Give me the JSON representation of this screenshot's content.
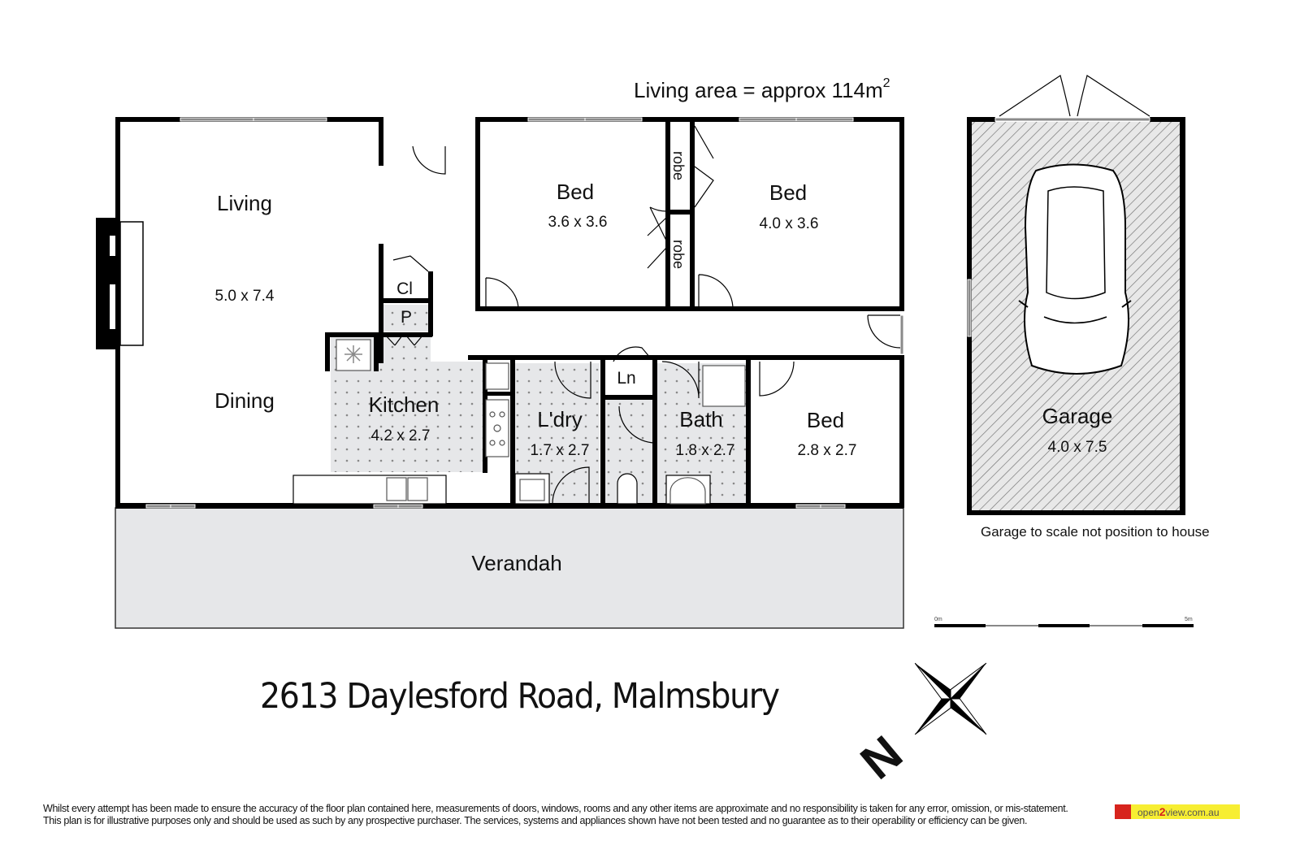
{
  "header": {
    "living_area_label": "Living area = approx 114m",
    "living_area_sup": "2"
  },
  "rooms": {
    "living": {
      "name": "Living",
      "dims": "5.0 x 7.4"
    },
    "dining": {
      "name": "Dining"
    },
    "kitchen": {
      "name": "Kitchen",
      "dims": "4.2 x 2.7"
    },
    "bed1": {
      "name": "Bed",
      "dims": "3.6 x 3.6"
    },
    "bed2": {
      "name": "Bed",
      "dims": "4.0 x 3.6"
    },
    "bed3": {
      "name": "Bed",
      "dims": "2.8 x 2.7"
    },
    "laundry": {
      "name": "L'dry",
      "dims": "1.7 x 2.7"
    },
    "bath": {
      "name": "Bath",
      "dims": "1.8 x 2.7"
    },
    "linen": {
      "name": "Ln"
    },
    "cloak": {
      "name": "Cl"
    },
    "pantry": {
      "name": "P"
    },
    "robe1": {
      "name": "robe"
    },
    "robe2": {
      "name": "robe"
    },
    "verandah": {
      "name": "Verandah"
    },
    "garage": {
      "name": "Garage",
      "dims": "4.0 x 7.5"
    }
  },
  "garage_note": "Garage to scale not position to house",
  "scale_bar": {
    "start": "0m",
    "end": "5m"
  },
  "address": "2613 Daylesford Road, Malmsbury",
  "compass": {
    "label": "N"
  },
  "disclaimer": {
    "line1": "Whilst every attempt has been made to ensure the accuracy of the floor plan contained here, measurements of doors, windows, rooms and any other items are approximate and no responsibility is taken for any error, omission, or mis-statement.",
    "line2": "This plan is for illustrative purposes only and should be used as such by any prospective purchaser. The services, systems and appliances shown have not been tested and no guarantee as to their operability or efficiency can be given."
  },
  "logo": {
    "prefix": "open",
    "highlight": "2",
    "suffix": "view.com.au"
  },
  "colors": {
    "wall": "#000000",
    "window": "#8a8a8a",
    "wet_area": "#e6e7e9",
    "verandah": "#e6e7e9",
    "logo_red": "#d7241d",
    "logo_yellow": "#f7ee32"
  }
}
